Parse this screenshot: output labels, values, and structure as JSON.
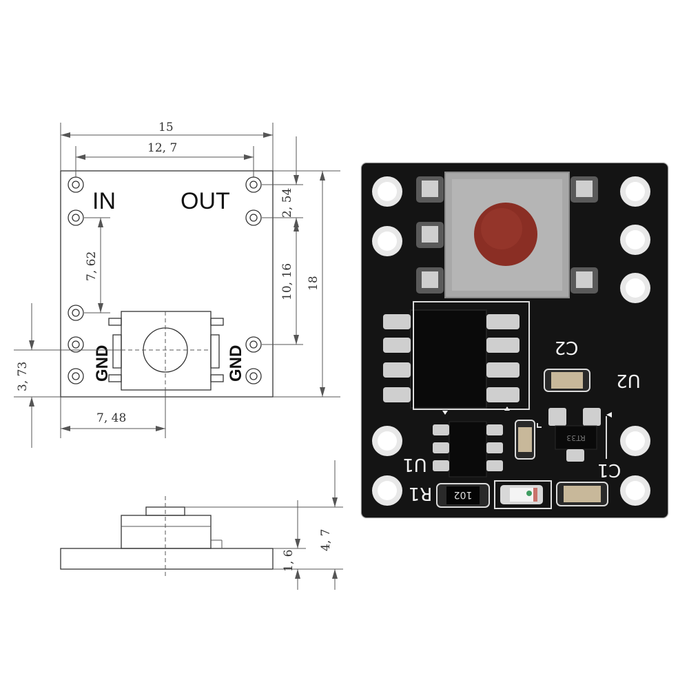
{
  "drawing": {
    "dimensions": {
      "width_overall": "15",
      "pin_span": "12, 7",
      "pin_pitch": "2, 54",
      "height_overall": "18",
      "pin_column": "10, 16",
      "pin_gap": "7, 62",
      "button_offset_y": "3, 73",
      "button_offset_x": "7, 48",
      "total_height": "4, 7",
      "board_thickness": "1, 6"
    },
    "labels": {
      "in": "IN",
      "out": "OUT",
      "gnd_left": "GND",
      "gnd_right": "GND"
    }
  },
  "board": {
    "silkscreen": {
      "c1": "C1",
      "c2": "C2",
      "u1": "U1",
      "u2": "U2",
      "r1": "R1",
      "resistor_code": "102",
      "chip_marking": "RT33"
    },
    "colors": {
      "pcb": "#141414",
      "pad": "#d8d8d8",
      "button_cap": "#8a2e24",
      "switch_body": "#a8a8a8"
    }
  }
}
